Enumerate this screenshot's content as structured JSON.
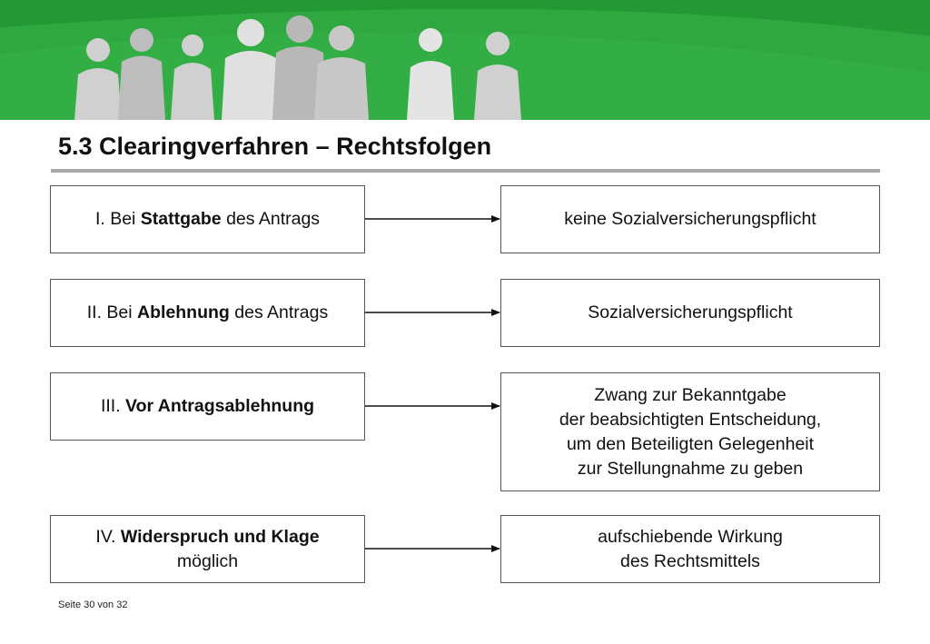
{
  "title": "5.3 Clearingverfahren – Rechtsfolgen",
  "footer": "Seite 30 von 32",
  "colors": {
    "banner_green": "#2ea83f",
    "banner_dark_green": "#1c8a2e",
    "rule_grey": "#a8a8a8",
    "box_border": "#555555"
  },
  "rows": [
    {
      "left": {
        "prefix": "I. Bei ",
        "bold": "Stattgabe",
        "suffix": " des Antrags"
      },
      "right": [
        "keine Sozialversicherungspflicht"
      ]
    },
    {
      "left": {
        "prefix": "II. Bei ",
        "bold": "Ablehnung",
        "suffix": " des Antrags"
      },
      "right": [
        "Sozialversicherungspflicht"
      ]
    },
    {
      "left": {
        "prefix": "III. ",
        "bold": "Vor Antragsablehnung",
        "suffix": ""
      },
      "right": [
        "Zwang zur Bekanntgabe",
        "der beabsichtigten Entscheidung,",
        "um den Beteiligten Gelegenheit",
        "zur Stellungnahme zu geben"
      ]
    },
    {
      "left": {
        "prefix": "IV. ",
        "bold": "Widerspruch und Klage",
        "suffix": "",
        "line2": "möglich"
      },
      "right": [
        "aufschiebende Wirkung",
        "des Rechtsmittels"
      ]
    }
  ]
}
